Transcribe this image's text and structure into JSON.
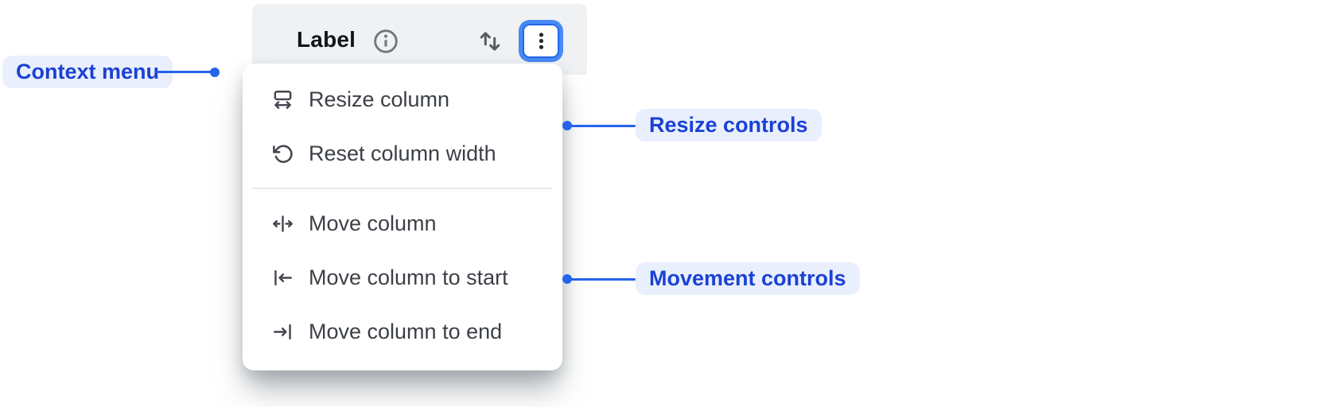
{
  "theme": {
    "accent_blue": "#2563eb",
    "annotation_text_blue": "#1b41d4",
    "annotation_pill_bg": "#e9effd",
    "header_bg": "#eff1f3",
    "focus_ring_blue": "#478af7",
    "focus_ring_border": "#2268e8",
    "menu_text": "#3c4046",
    "icon_color": "#43474e"
  },
  "header": {
    "label": "Label",
    "info_icon": "info-icon",
    "sort_icon": "sort-arrows-icon",
    "menu_button_icon": "vertical-ellipsis-icon"
  },
  "context_menu": {
    "items": [
      {
        "label": "Resize column",
        "icon": "resize-column-icon"
      },
      {
        "label": "Reset column width",
        "icon": "reset-column-width-icon"
      },
      {
        "label": "Move column",
        "icon": "move-column-icon"
      },
      {
        "label": "Move column to start",
        "icon": "move-to-start-icon"
      },
      {
        "label": "Move column to end",
        "icon": "move-to-end-icon"
      }
    ]
  },
  "annotations": {
    "context_menu": "Context menu",
    "resize_controls": "Resize controls",
    "movement_controls": "Movement controls"
  }
}
